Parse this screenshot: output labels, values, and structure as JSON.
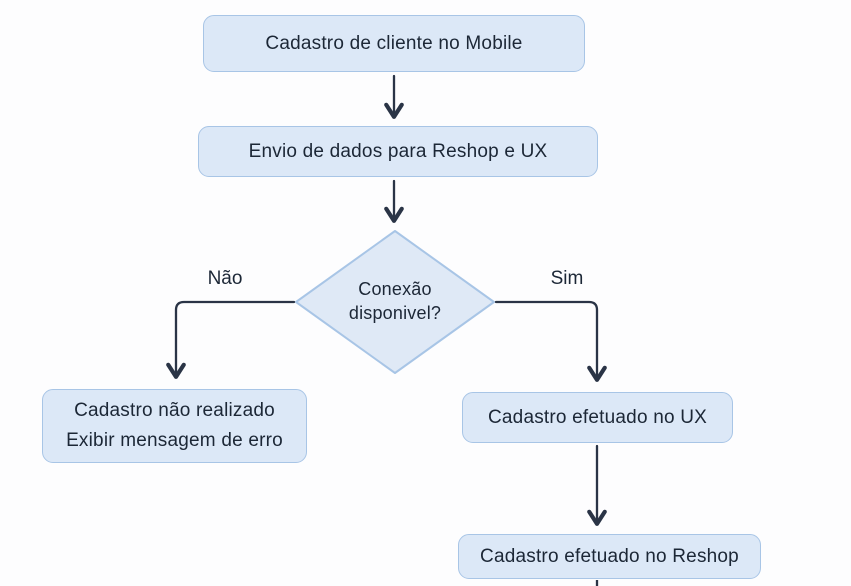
{
  "diagram": {
    "type": "flowchart",
    "topic": "Cadastro de cliente no Mobile"
  },
  "colors": {
    "node_fill": "#dce8f7",
    "node_border": "#a8c5e6",
    "text": "#1c2736",
    "arrow": "#2a3446",
    "background": "#fdfdfe"
  },
  "nodes": {
    "start": {
      "label": "Cadastro de cliente no Mobile"
    },
    "send": {
      "label": "Envio de dados para Reshop e UX"
    },
    "decision": {
      "line1": "Conexão",
      "line2": "disponivel?"
    },
    "error": {
      "line1": "Cadastro não realizado",
      "line2": "Exibir mensagem de erro"
    },
    "ux": {
      "label": "Cadastro efetuado no UX"
    },
    "reshop": {
      "label": "Cadastro efetuado no Reshop"
    }
  },
  "edges": {
    "no_label": "Não",
    "yes_label": "Sim"
  }
}
